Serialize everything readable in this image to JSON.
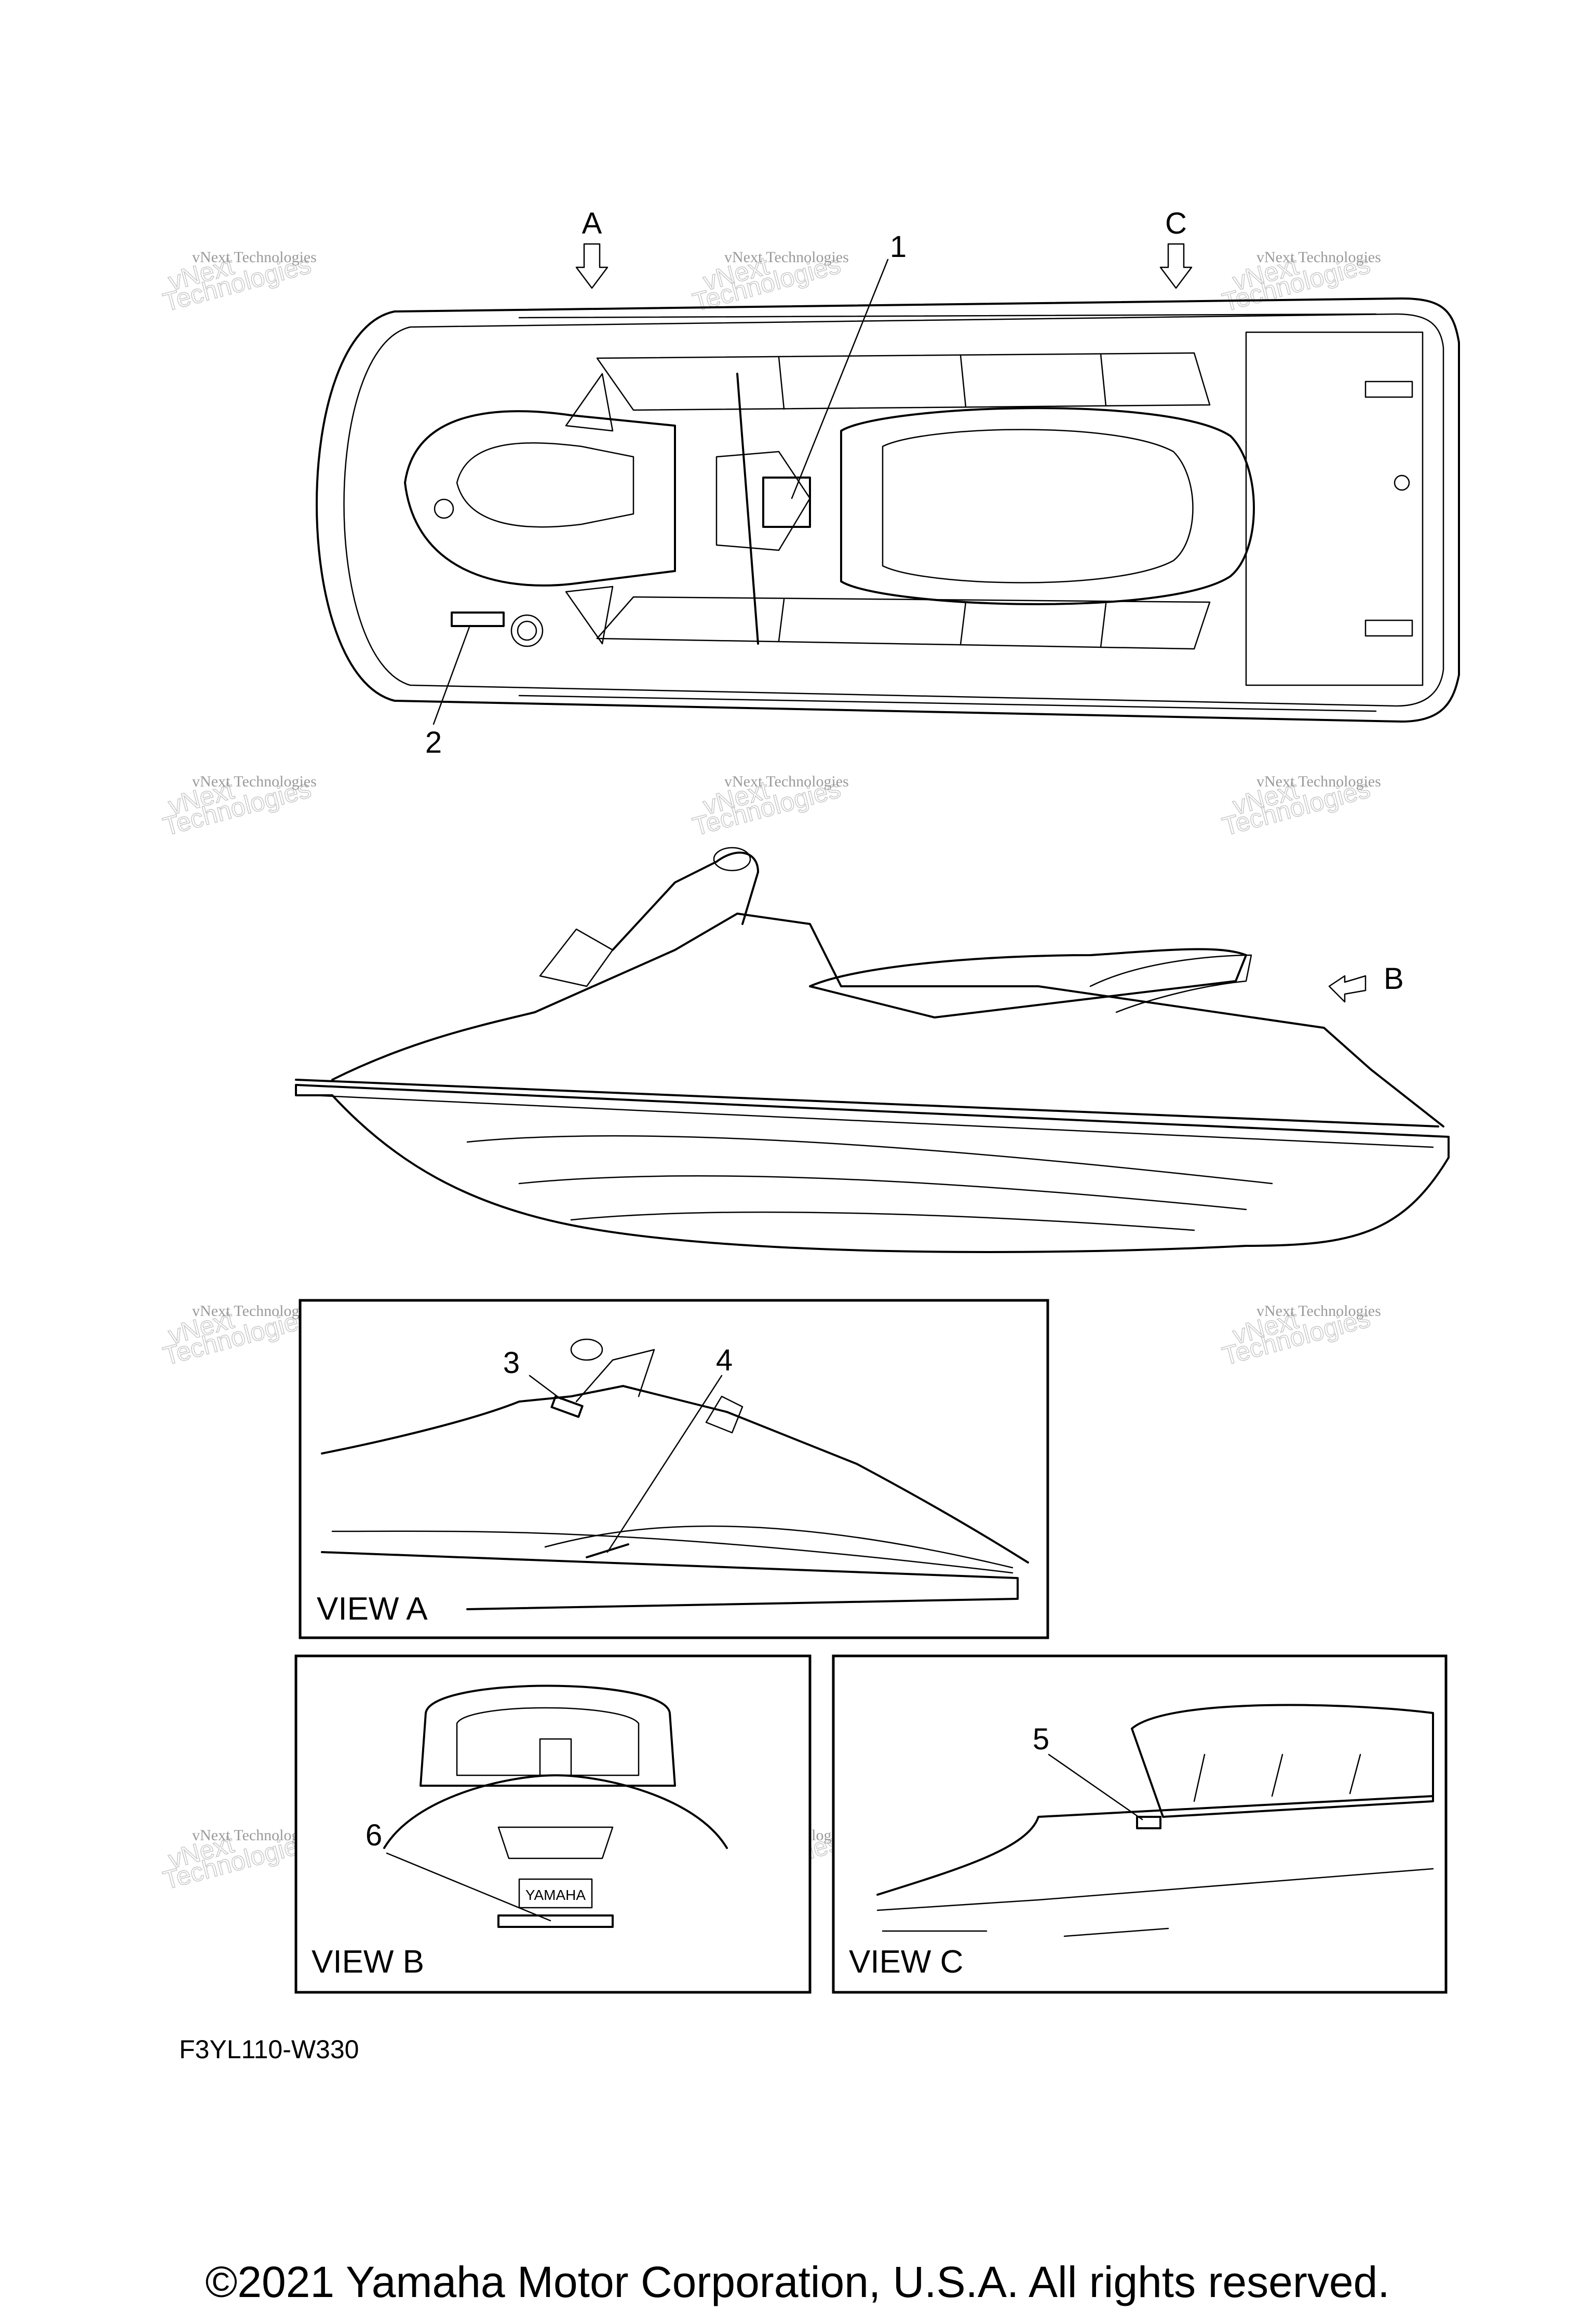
{
  "callouts": {
    "n1": "1",
    "n2": "2",
    "n3": "3",
    "n4": "4",
    "n5": "5",
    "n6": "6"
  },
  "arrows": {
    "a": "A",
    "b": "B",
    "c": "C"
  },
  "views": {
    "a": "VIEW A",
    "b": "VIEW B",
    "c": "VIEW C"
  },
  "part_code": "F3YL110-W330",
  "plate_text": "YAMAHA",
  "watermark": {
    "line1": "vNext Technologies",
    "line2": "vNext",
    "line3": "Technologies"
  },
  "copyright": "©2021 Yamaha Motor Corporation, U.S.A. All rights reserved."
}
